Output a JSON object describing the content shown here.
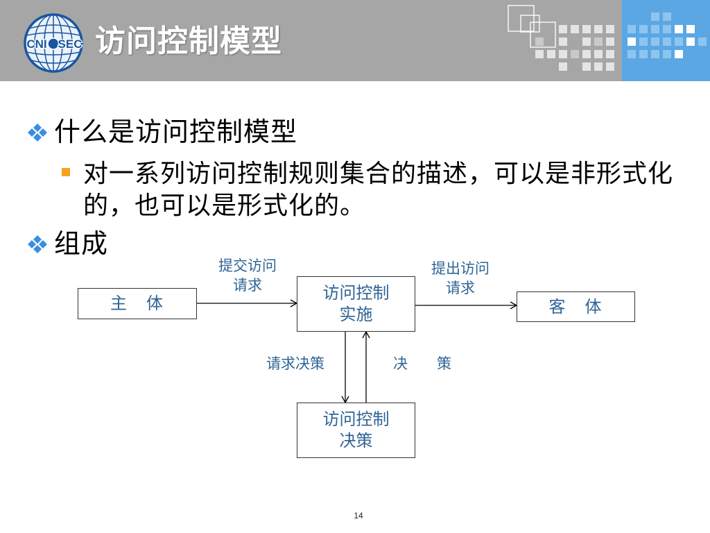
{
  "slide": {
    "page_number": "14"
  },
  "header": {
    "title": "访问控制模型",
    "logo": {
      "left_text": "CNI",
      "right_text": "SEC"
    }
  },
  "body": {
    "bullets": [
      {
        "text": "什么是访问控制模型",
        "icon": "four-diamond-bullet"
      },
      {
        "text": "组成",
        "icon": "four-diamond-bullet"
      }
    ],
    "sub_bullet": {
      "icon": "square-bullet",
      "lines": [
        "对一系列访问控制规则集合的描述，可以是非形式化",
        "的，也可以是形式化的。"
      ]
    }
  },
  "diagram": {
    "nodes": {
      "subject": "主　体",
      "enforcement": [
        "访问控制",
        "实施"
      ],
      "object": "客　体",
      "decision": [
        "访问控制",
        "决策"
      ]
    },
    "edge_labels": {
      "submit_request": [
        "提交访问",
        "请求"
      ],
      "issue_request": [
        "提出访问",
        "请求"
      ],
      "request_decision": "请求决策",
      "return_decision": "决　　策"
    }
  },
  "colors": {
    "header_bg": "#A6A6A6",
    "header_accent": "#5AA7E4",
    "title_text": "#FFFFFF",
    "body_text": "#000000",
    "bullet_icon": "#3A8EE0",
    "sub_bullet_icon": "#F4A320",
    "diagram_text": "#2F6496",
    "logo_blue": "#1A56A0"
  }
}
